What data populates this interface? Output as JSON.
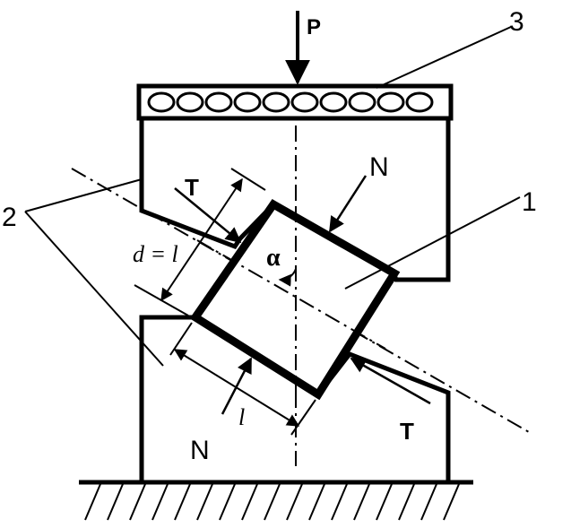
{
  "labels": {
    "load": "P",
    "part_3": "3",
    "part_1": "1",
    "part_2": "2",
    "normal_top": "N",
    "normal_bottom": "N",
    "shear_top": "T",
    "shear_bottom": "T",
    "diameter": "d = l",
    "length": "l",
    "angle": "α"
  }
}
